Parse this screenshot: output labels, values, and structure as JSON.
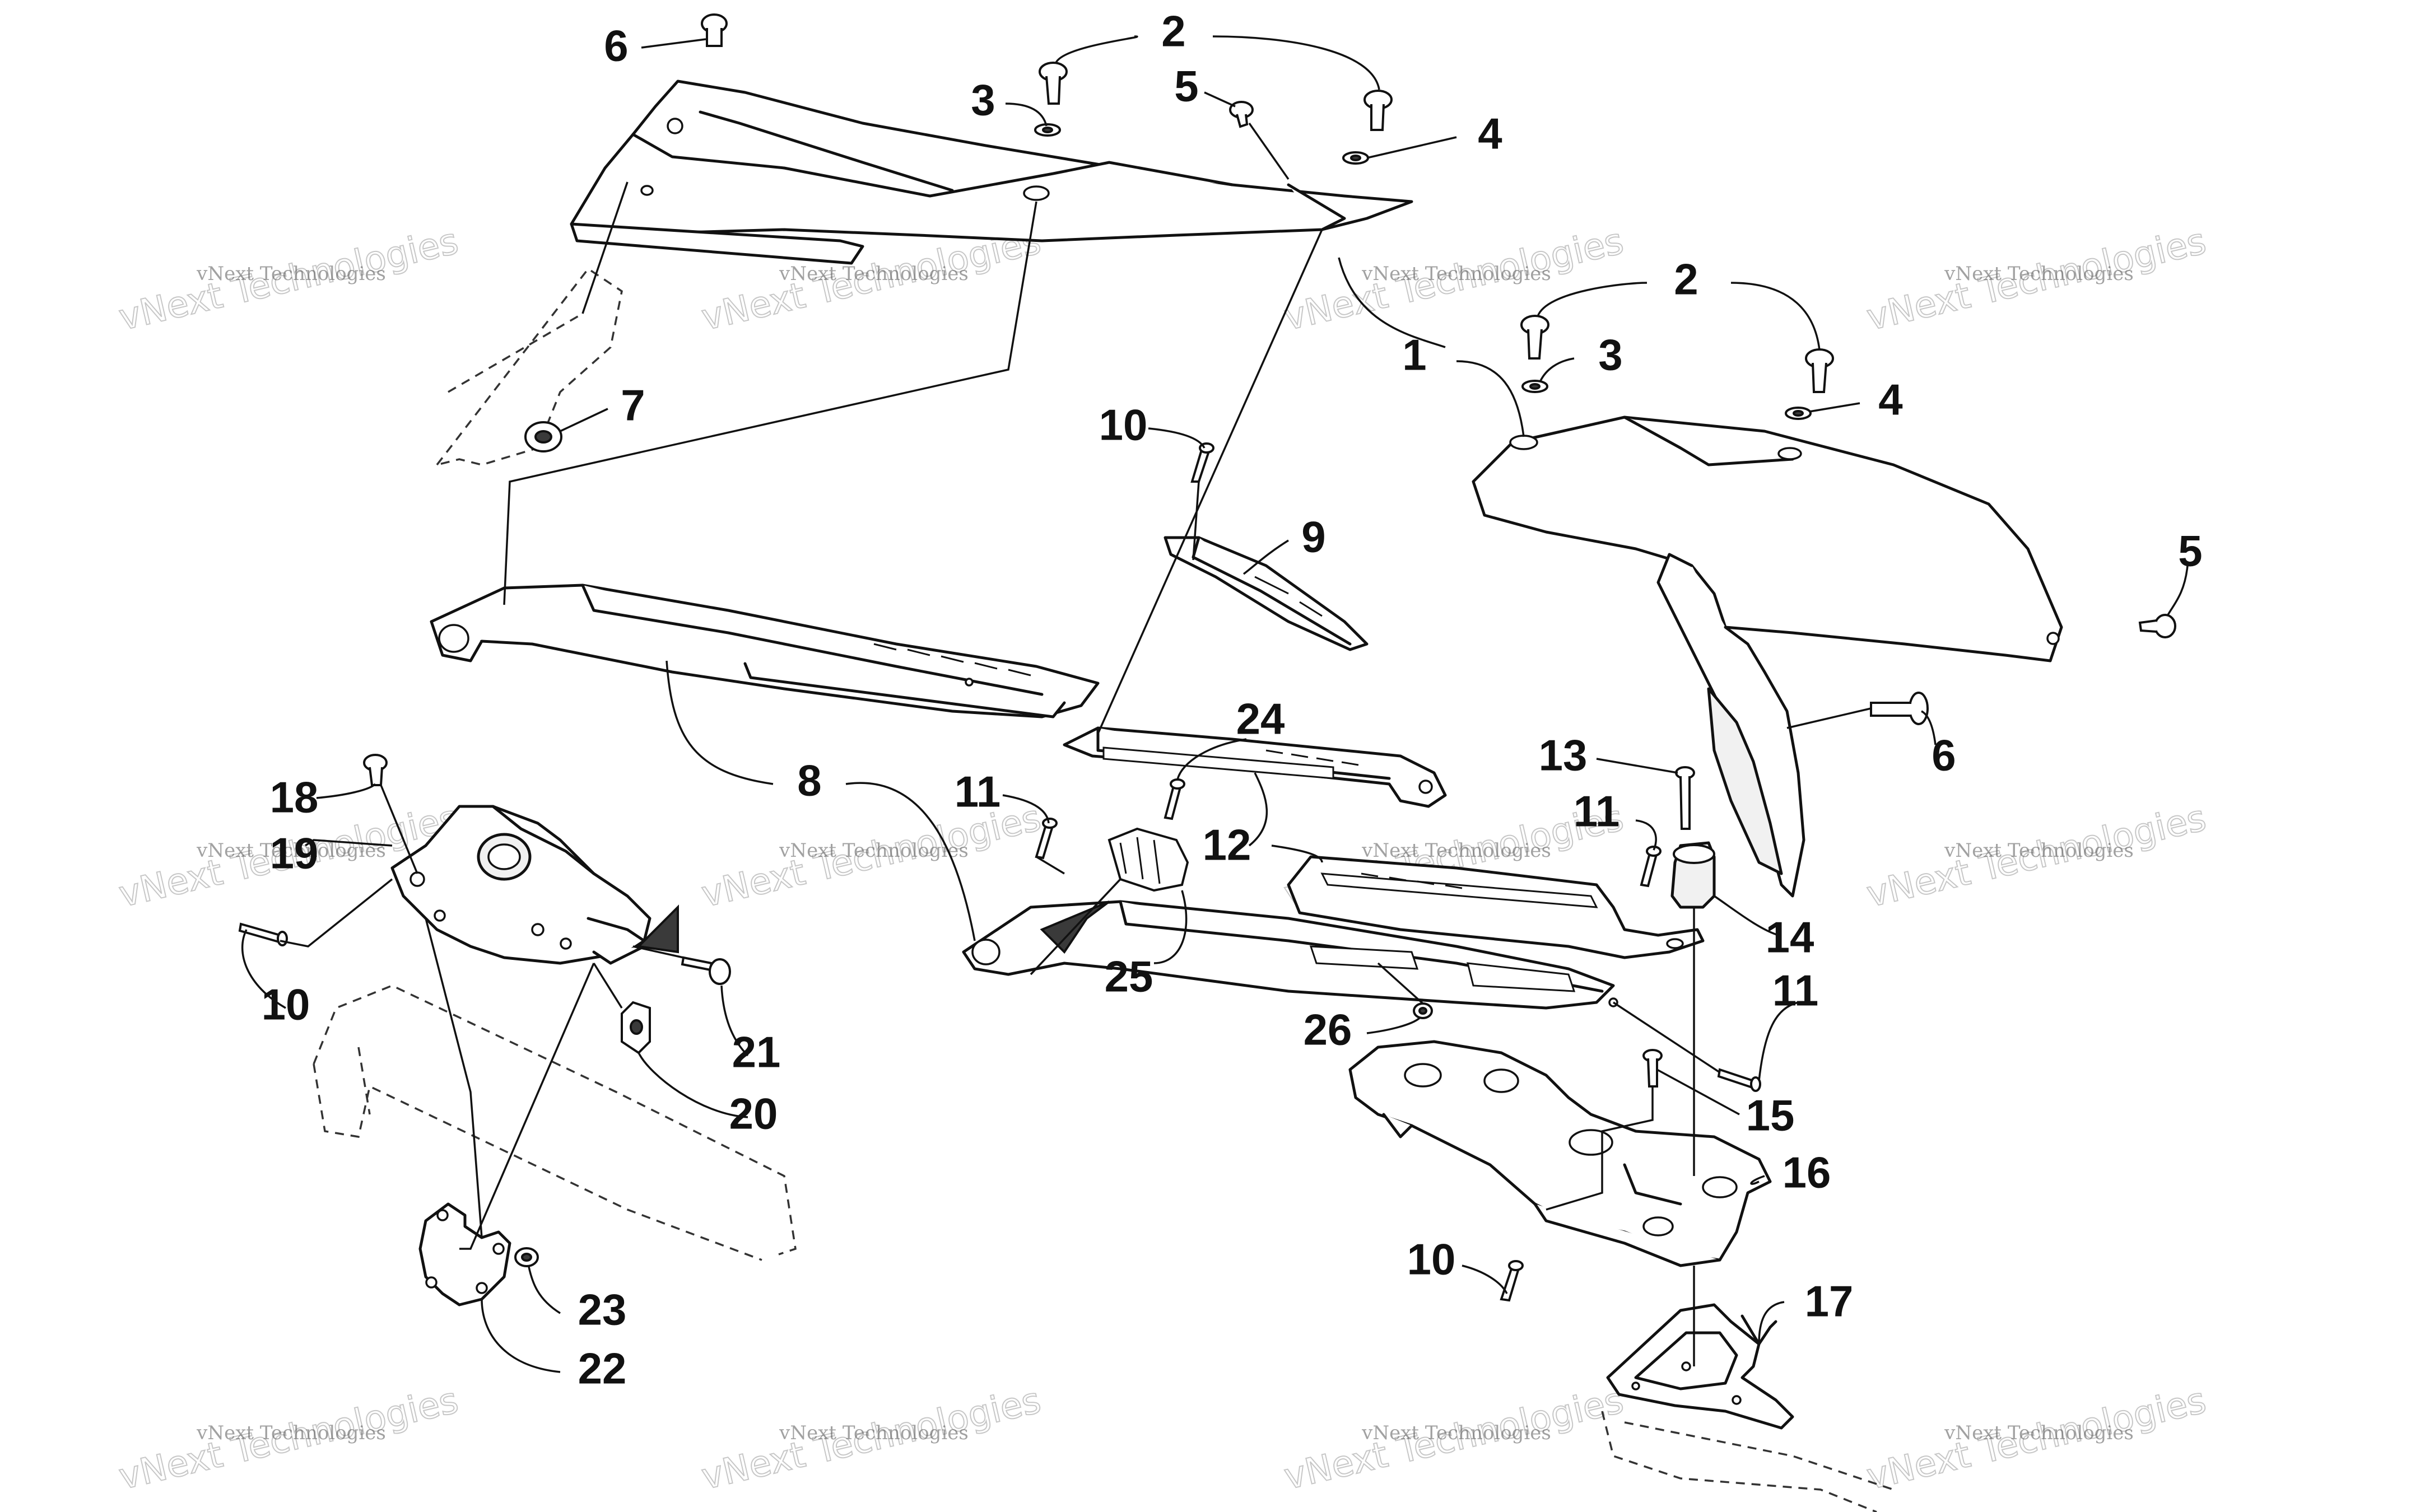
{
  "watermark": {
    "small": "vNext Technologies",
    "big": "vNext Technologies"
  },
  "callouts": [
    "1",
    "2",
    "3",
    "4",
    "5",
    "6",
    "7",
    "8",
    "9",
    "10",
    "11",
    "12",
    "13",
    "14",
    "15",
    "16",
    "17",
    "18",
    "19",
    "20",
    "21",
    "22",
    "23",
    "24",
    "25",
    "26"
  ],
  "colors": {
    "line": "#111111",
    "paper": "#ffffff",
    "watermark": "#9a9a9a"
  }
}
